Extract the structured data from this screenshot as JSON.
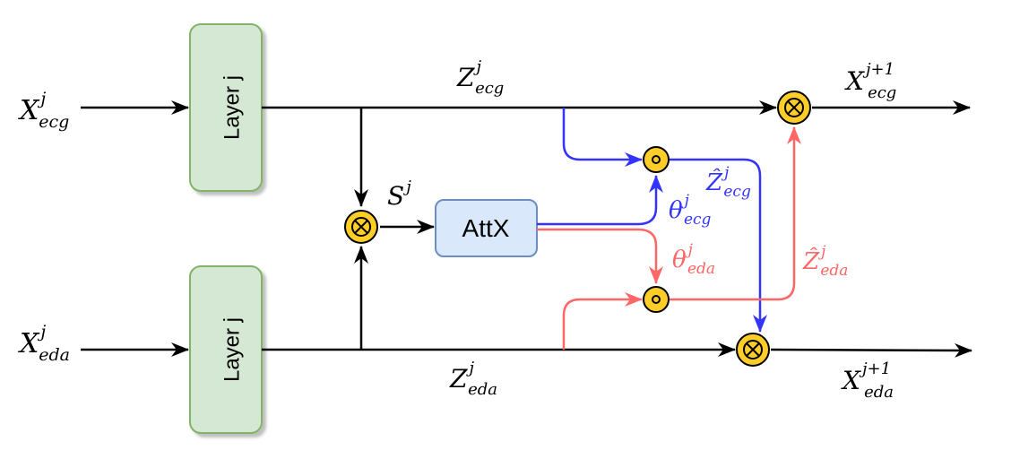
{
  "layer_top_label": "Layer j",
  "layer_bottom_label": "Layer j",
  "attx_label": "AttX",
  "input_ecg": {
    "base": "X",
    "sup": "j",
    "sub": "ecg"
  },
  "input_eda": {
    "base": "X",
    "sup": "j",
    "sub": "eda"
  },
  "z_ecg": {
    "base": "Z",
    "sup": "j",
    "sub": "ecg"
  },
  "z_eda": {
    "base": "Z",
    "sup": "j",
    "sub": "eda"
  },
  "s_j": {
    "base": "S",
    "sup": "j"
  },
  "theta_ecg": {
    "base": "θ",
    "sup": "j",
    "sub": "ecg"
  },
  "theta_eda": {
    "base": "θ",
    "sup": "j",
    "sub": "eda"
  },
  "zhat_ecg": {
    "base": "Ẑ",
    "sup": "j",
    "sub": "ecg"
  },
  "zhat_eda": {
    "base": "Ẑ",
    "sup": "j",
    "sub": "eda"
  },
  "output_ecg": {
    "base": "X",
    "sup": "j+1",
    "sub": "ecg"
  },
  "output_eda": {
    "base": "X",
    "sup": "j+1",
    "sub": "eda"
  },
  "colors": {
    "black": "#000000",
    "ecg_blue": "#3333ff",
    "eda_red": "#ff6666",
    "layer_fill": "#d5e8d4",
    "layer_stroke": "#82b366",
    "attx_fill": "#dae8fc",
    "attx_stroke": "#6c8ebf",
    "op_fill": "#ffcd28",
    "op_stroke": "#000000"
  }
}
